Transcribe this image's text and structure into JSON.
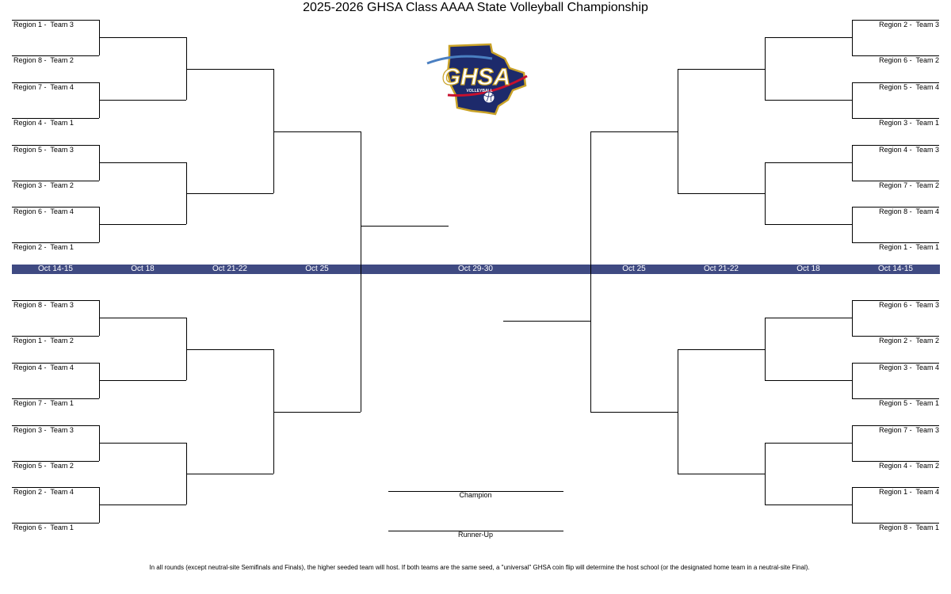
{
  "title": "2025-2026 GHSA Class AAAA State Volleyball Championship",
  "logo": {
    "text": "GHSA",
    "subtext": "VOLLEYBALL",
    "colors": {
      "navy": "#1d2a6b",
      "gold": "#c9a227",
      "red": "#c8102e",
      "light_blue": "#4a7fc1"
    }
  },
  "colors": {
    "date_bar": "#3f4a82",
    "date_text": "#ffffff",
    "lines": "#000000"
  },
  "top_left": [
    "Region 1 -  Team 3",
    "Region 8 -  Team 2",
    "Region 7 -  Team 4",
    "Region 4 -  Team 1",
    "Region 5 -  Team 3",
    "Region 3 -  Team 2",
    "Region 6 -  Team 4",
    "Region 2 -  Team 1"
  ],
  "top_right": [
    "Region 2 -  Team 3",
    "Region 6 -  Team 2",
    "Region 5 -  Team 4",
    "Region 3 -  Team 1",
    "Region 4 -  Team 3",
    "Region 7 -  Team 2",
    "Region 8 -  Team 4",
    "Region 1 -  Team 1"
  ],
  "bottom_left": [
    "Region 8 -  Team 3",
    "Region 1 -  Team 2",
    "Region 4 -  Team 4",
    "Region 7 -  Team 1",
    "Region 3 -  Team 3",
    "Region 5 -  Team 2",
    "Region 2 -  Team 4",
    "Region 6 -  Team 1"
  ],
  "bottom_right": [
    "Region 6 -  Team 3",
    "Region 2 -  Team 2",
    "Region 3 -  Team 4",
    "Region 5 -  Team 1",
    "Region 7 -  Team 3",
    "Region 4 -  Team 2",
    "Region 1 -  Team 4",
    "Region 8 -  Team 1"
  ],
  "dates": [
    "Oct 14-15",
    "Oct 18",
    "Oct 21-22",
    "Oct 25",
    "Oct 29-30",
    "Oct 25",
    "Oct 21-22",
    "Oct 18",
    "Oct 14-15"
  ],
  "champion_label": "Champion",
  "runner_up_label": "Runner-Up",
  "footnote": "In all rounds (except neutral-site Semifinals and Finals), the higher seeded team will host. If both teams are the same seed, a \"universal\" GHSA coin flip will determine the host school (or the designated home team in a neutral-site Final)."
}
